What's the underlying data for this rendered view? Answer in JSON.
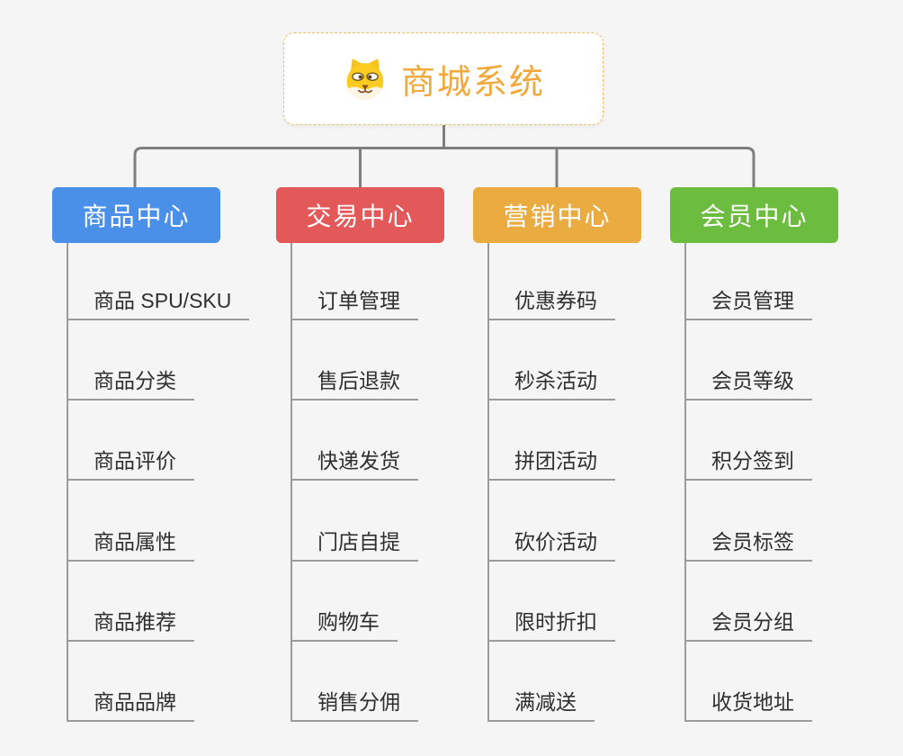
{
  "root": {
    "title": "商城系统",
    "icon": "doge-icon"
  },
  "colors": {
    "background": "#f5f5f5",
    "root_title": "#f2a93c",
    "root_border": "#f0bd66",
    "connector": "#7f7f7f",
    "leaf_line": "#9b9b9b",
    "leaf_text": "#2f2f2f"
  },
  "columns": [
    {
      "label": "商品中心",
      "color": "#4a8fe8",
      "items": [
        "商品 SPU/SKU",
        "商品分类",
        "商品评价",
        "商品属性",
        "商品推荐",
        "商品品牌"
      ]
    },
    {
      "label": "交易中心",
      "color": "#e35858",
      "items": [
        "订单管理",
        "售后退款",
        "快递发货",
        "门店自提",
        "购物车",
        "销售分佣"
      ]
    },
    {
      "label": "营销中心",
      "color": "#eaab41",
      "items": [
        "优惠券码",
        "秒杀活动",
        "拼团活动",
        "砍价活动",
        "限时折扣",
        "满减送"
      ]
    },
    {
      "label": "会员中心",
      "color": "#6cbd3f",
      "items": [
        "会员管理",
        "会员等级",
        "积分签到",
        "会员标签",
        "会员分组",
        "收货地址"
      ]
    }
  ]
}
